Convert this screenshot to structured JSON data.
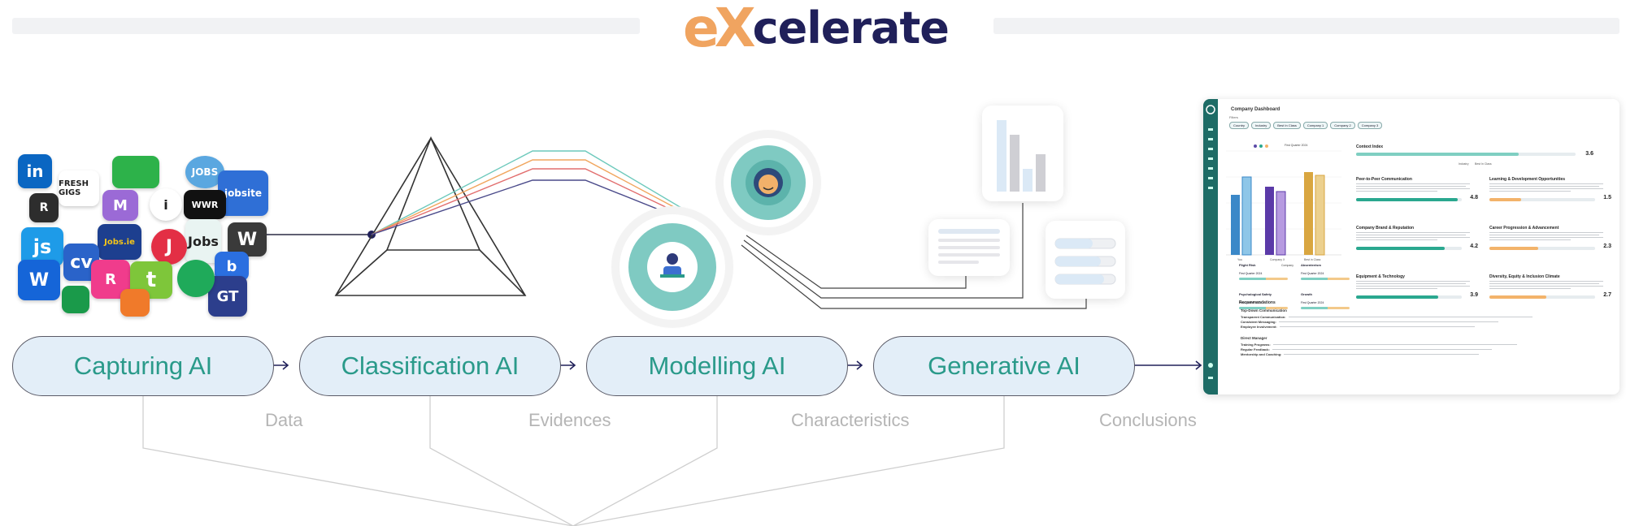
{
  "logo": {
    "prefix": "eX",
    "rest": "celerate",
    "prefix_color": "#f0a460",
    "rest_color": "#20205a"
  },
  "stages": [
    {
      "label": "Capturing AI"
    },
    {
      "label": "Classification AI"
    },
    {
      "label": "Modelling AI"
    },
    {
      "label": "Generative AI"
    }
  ],
  "flow_labels": [
    "Data",
    "Evidences",
    "Characteristics",
    "Conclusions"
  ],
  "app_icons": [
    {
      "text": "in",
      "name": "linkedin-icon",
      "bg": "#0a66c2"
    },
    {
      "text": "FRESH GIGS",
      "name": "freshgigs-icon",
      "bg": "#ffffff"
    },
    {
      "text": "",
      "name": "green-square-icon",
      "bg": "#2db24a"
    },
    {
      "text": "JOBS",
      "name": "jobs-bubble-icon",
      "bg": "#5aa7e0"
    },
    {
      "text": "jobsite",
      "name": "jobsite-icon",
      "bg": "#2f6fd6"
    },
    {
      "text": "R",
      "name": "r-dark-icon",
      "bg": "#2d2d2d"
    },
    {
      "text": "M",
      "name": "m-purple-icon",
      "bg": "#9b6ad6"
    },
    {
      "text": "i",
      "name": "i-circle-icon",
      "bg": "#ffffff"
    },
    {
      "text": "WWR",
      "name": "wwr-icon",
      "bg": "#111111"
    },
    {
      "text": "js",
      "name": "js-icon",
      "bg": "#1e9be8"
    },
    {
      "text": "Jobs.ie",
      "name": "jobsie-icon",
      "bg": "#1d3f8f"
    },
    {
      "text": "Jobs",
      "name": "g-jobs-icon",
      "bg": "#e9f4f2"
    },
    {
      "text": "W",
      "name": "w-brown-icon",
      "bg": "#3a3a3a"
    },
    {
      "text": "cv",
      "name": "cv-icon",
      "bg": "#2a63c9"
    },
    {
      "text": "J",
      "name": "j-red-icon",
      "bg": "#e32f45"
    },
    {
      "text": "W",
      "name": "w-blue-icon",
      "bg": "#1565d8"
    },
    {
      "text": "R",
      "name": "r-pink-icon",
      "bg": "#f03c8c"
    },
    {
      "text": "t",
      "name": "t-green-icon",
      "bg": "#7ec63a"
    },
    {
      "text": "b",
      "name": "b-blue-icon",
      "bg": "#2b6fe0"
    },
    {
      "text": "GT",
      "name": "gt-icon",
      "bg": "#2c3e8c"
    },
    {
      "text": "",
      "name": "g-spiral-icon",
      "bg": "#1faa5a"
    },
    {
      "text": "",
      "name": "k-green-icon",
      "bg": "#1a9a4a"
    },
    {
      "text": "",
      "name": "owl-icon",
      "bg": "#f07a2a"
    }
  ],
  "dashboard": {
    "title": "Company Dashboard",
    "filters_label": "Filters",
    "chips": [
      "Country",
      "Industry",
      "Best In Class",
      "Company 1",
      "Company 2",
      "Company 3"
    ],
    "legend_quarter": "First Quarter 2024",
    "legend_company": "Company",
    "bar_categories": [
      "You",
      "Company X",
      "Best in Class"
    ],
    "context_index": {
      "label": "Context Index",
      "value": "3.6",
      "legend": [
        "Industry",
        "Best In Class"
      ]
    },
    "metrics": [
      {
        "name": "Peer-to-Peer Communication",
        "value": "4.8",
        "color": "#2aa88f",
        "fill": 0.96
      },
      {
        "name": "Learning & Development Opportunities",
        "value": "1.5",
        "color": "#f3b36a",
        "fill": 0.3
      },
      {
        "name": "Company Brand & Reputation",
        "value": "4.2",
        "color": "#2aa88f",
        "fill": 0.84
      },
      {
        "name": "Career Progression & Advancement",
        "value": "2.3",
        "color": "#f3b36a",
        "fill": 0.46
      },
      {
        "name": "Equipment & Technology",
        "value": "3.9",
        "color": "#2aa88f",
        "fill": 0.78
      },
      {
        "name": "Diversity, Equity & Inclusion Climate",
        "value": "2.7",
        "color": "#f3b36a",
        "fill": 0.54
      }
    ],
    "risks": [
      {
        "name": "Flight Risk",
        "quarter": "First Quarter 2024"
      },
      {
        "name": "Absenteeism",
        "quarter": "First Quarter 2024"
      },
      {
        "name": "Psychological Safety",
        "quarter": "First Quarter 2024"
      },
      {
        "name": "Growth",
        "quarter": "First Quarter 2024"
      }
    ],
    "recommendations_label": "Recommendations",
    "rec_groups": [
      {
        "heading": "Top-Down Communication",
        "lines": [
          "Transparent Communication:",
          "Consistent Messaging:",
          "Employee Involvement:"
        ]
      },
      {
        "heading": "Direct Manager",
        "lines": [
          "Training Programs:",
          "Regular Feedback:",
          "Mentorship and Coaching:"
        ]
      }
    ]
  }
}
